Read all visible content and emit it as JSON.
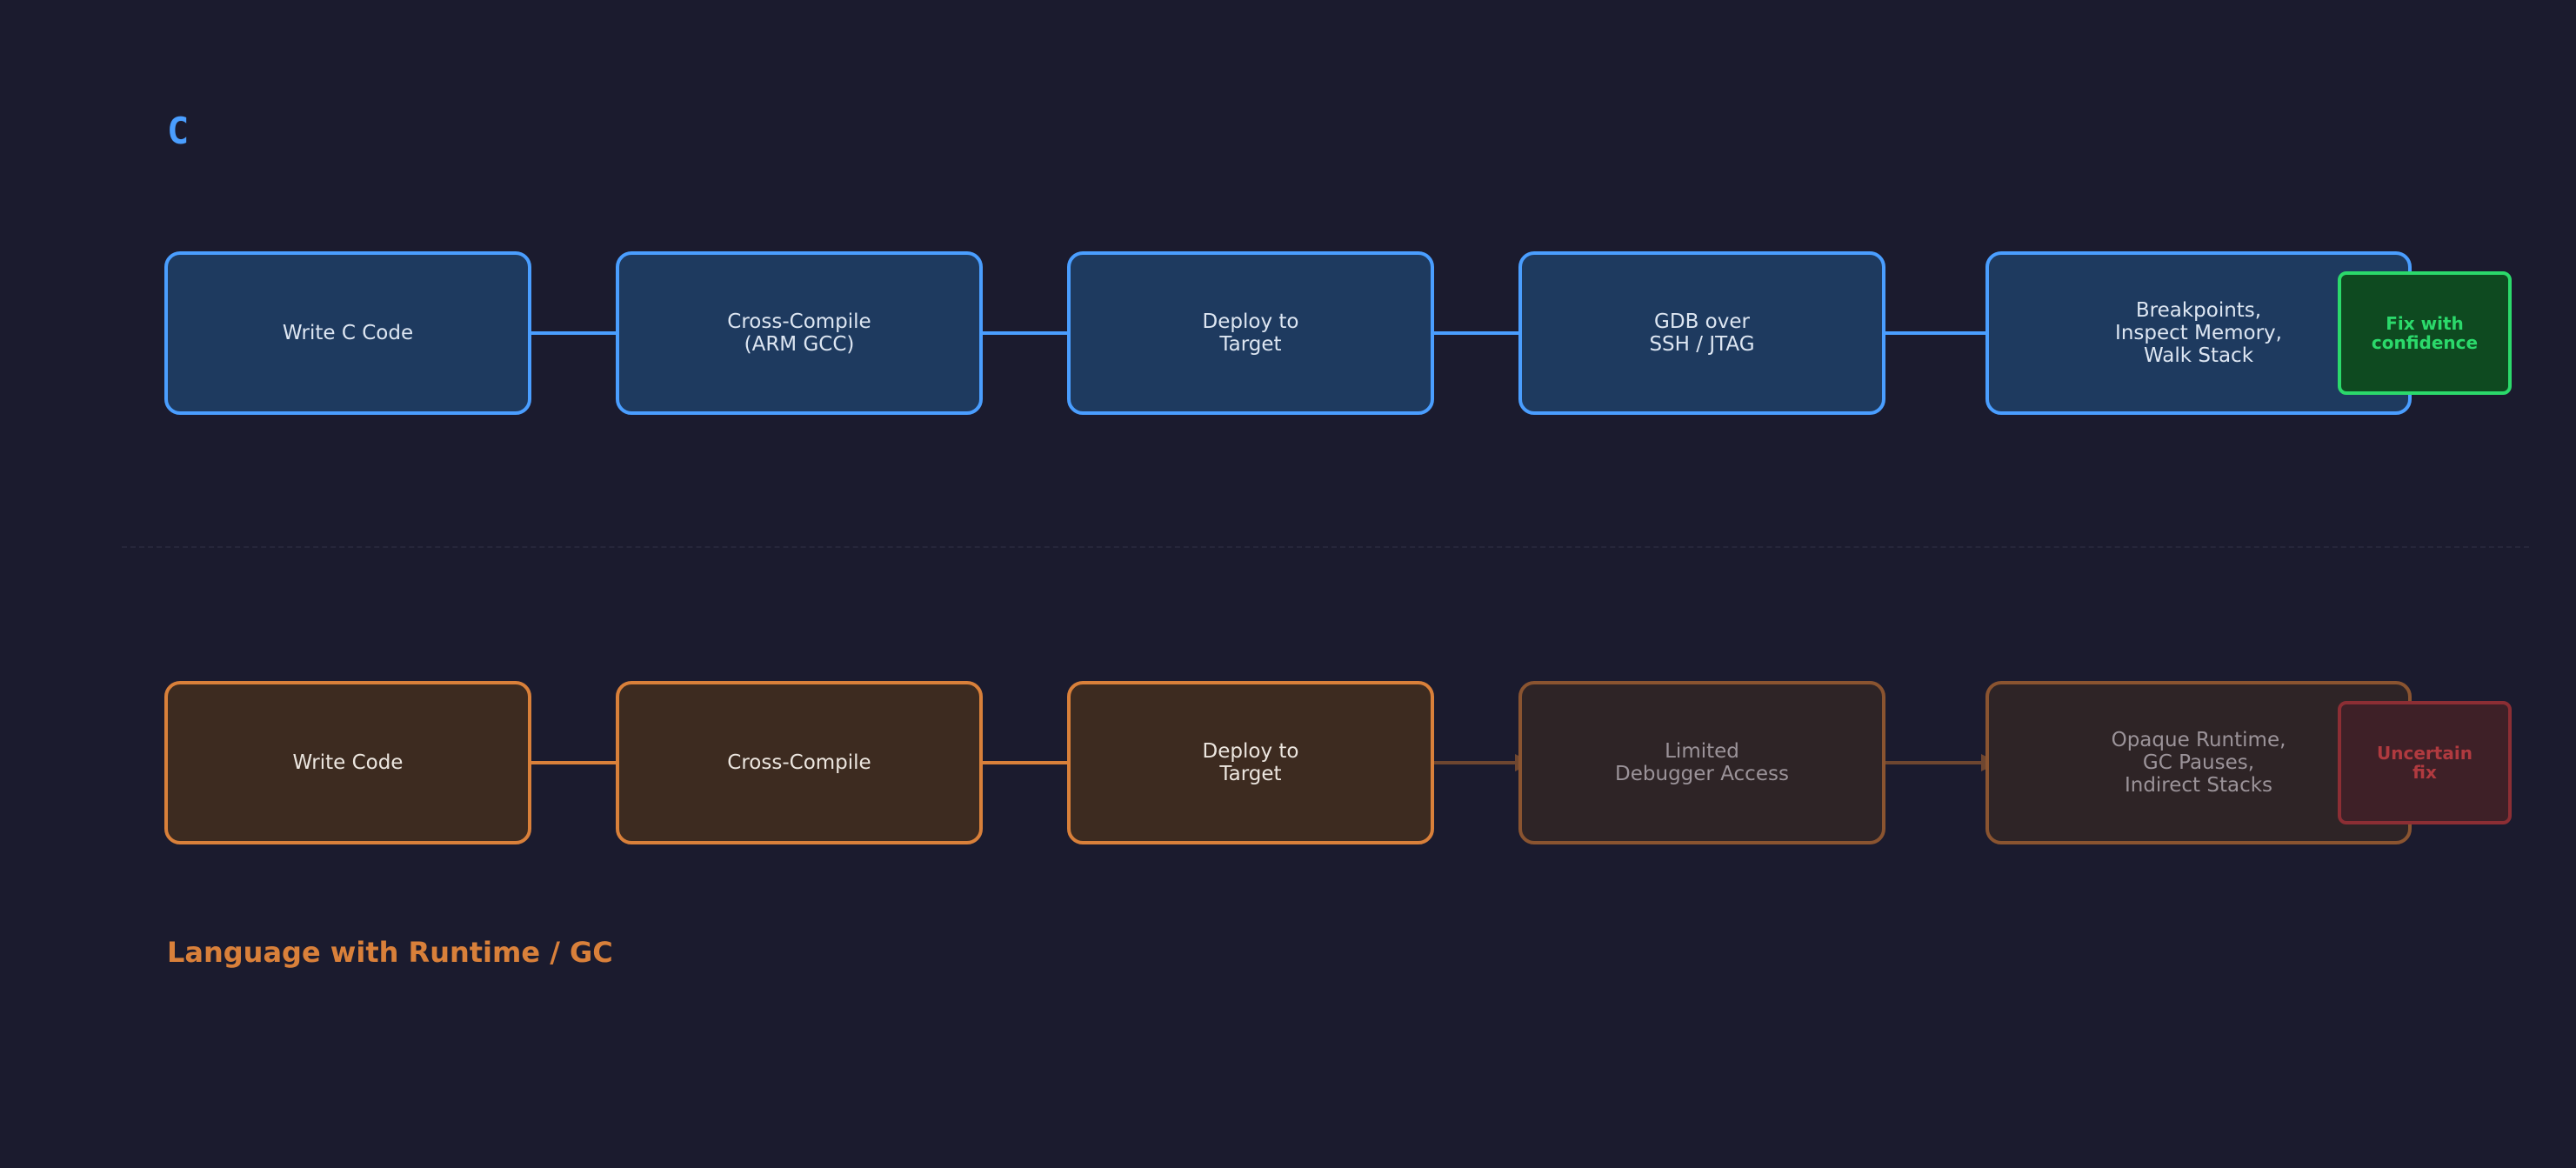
{
  "colors": {
    "background": "#1b1b2e",
    "c_accent": "#4a9eff",
    "c_box_fill": "#1e3a5f",
    "c_text": "#dde6f2",
    "rt_accent": "#d9803a",
    "rt_box_fill": "#3d2b20",
    "rt_box_fill_dim": "#2e2426",
    "rt_border_dim": "#8a5430",
    "rt_text": "#ece6df",
    "rt_text_dim": "#9b9399",
    "ok_fill": "#0e4a20",
    "ok_border": "#2bd96b",
    "ok_text": "#2bd96b",
    "bad_fill": "#3e2027",
    "bad_border": "#8c2e34",
    "bad_text": "#b03a3f"
  },
  "lane_c": {
    "title": "C",
    "steps": [
      {
        "label": "Write C Code"
      },
      {
        "label": "Cross-Compile\n(ARM GCC)"
      },
      {
        "label": "Deploy to\nTarget"
      },
      {
        "label": "GDB over\nSSH / JTAG"
      },
      {
        "label": "Breakpoints,\nInspect Memory,\nWalk Stack"
      }
    ],
    "outcome": "Fix with\nconfidence"
  },
  "lane_runtime": {
    "title": "Language with Runtime / GC",
    "steps": [
      {
        "label": "Write Code"
      },
      {
        "label": "Cross-Compile"
      },
      {
        "label": "Deploy to\nTarget"
      },
      {
        "label": "Limited\nDebugger Access"
      },
      {
        "label": "Opaque Runtime,\nGC Pauses,\nIndirect Stacks"
      }
    ],
    "outcome": "Uncertain\nfix"
  }
}
